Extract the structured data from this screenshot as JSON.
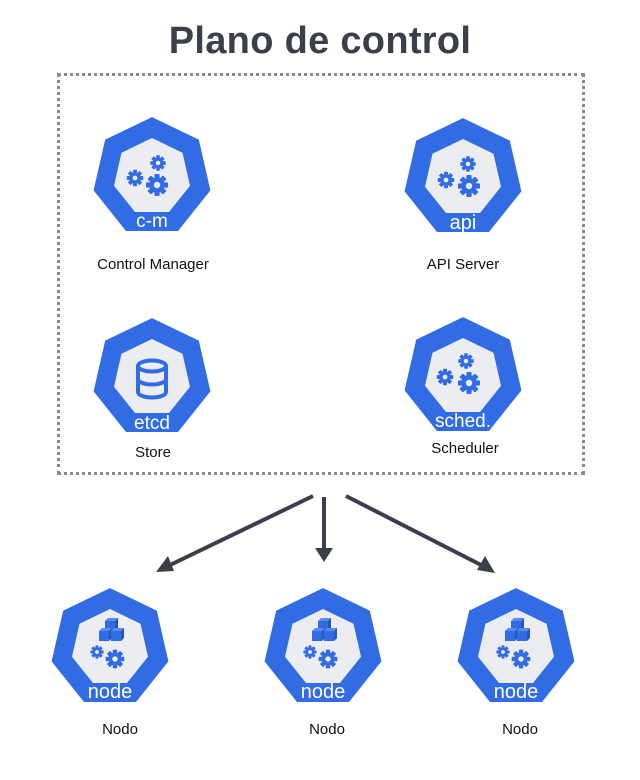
{
  "title": "Plano de control",
  "colors": {
    "hex_blue": "#326ce5",
    "inner_gray": "#ebedf0",
    "arrow": "#3a3f4a",
    "border": "#8a8a8a"
  },
  "control_plane": {
    "components": [
      {
        "icon": "gears-icon",
        "badge": "c-m",
        "caption": "Control Manager"
      },
      {
        "icon": "gears-icon",
        "badge": "api",
        "caption": "API Server"
      },
      {
        "icon": "database-icon",
        "badge": "etcd",
        "caption": "Store"
      },
      {
        "icon": "gears-icon",
        "badge": "sched.",
        "caption": "Scheduler"
      }
    ]
  },
  "nodes": [
    {
      "icon": "cubes-gears-icon",
      "badge": "node",
      "caption": "Nodo"
    },
    {
      "icon": "cubes-gears-icon",
      "badge": "node",
      "caption": "Nodo"
    },
    {
      "icon": "cubes-gears-icon",
      "badge": "node",
      "caption": "Nodo"
    }
  ]
}
